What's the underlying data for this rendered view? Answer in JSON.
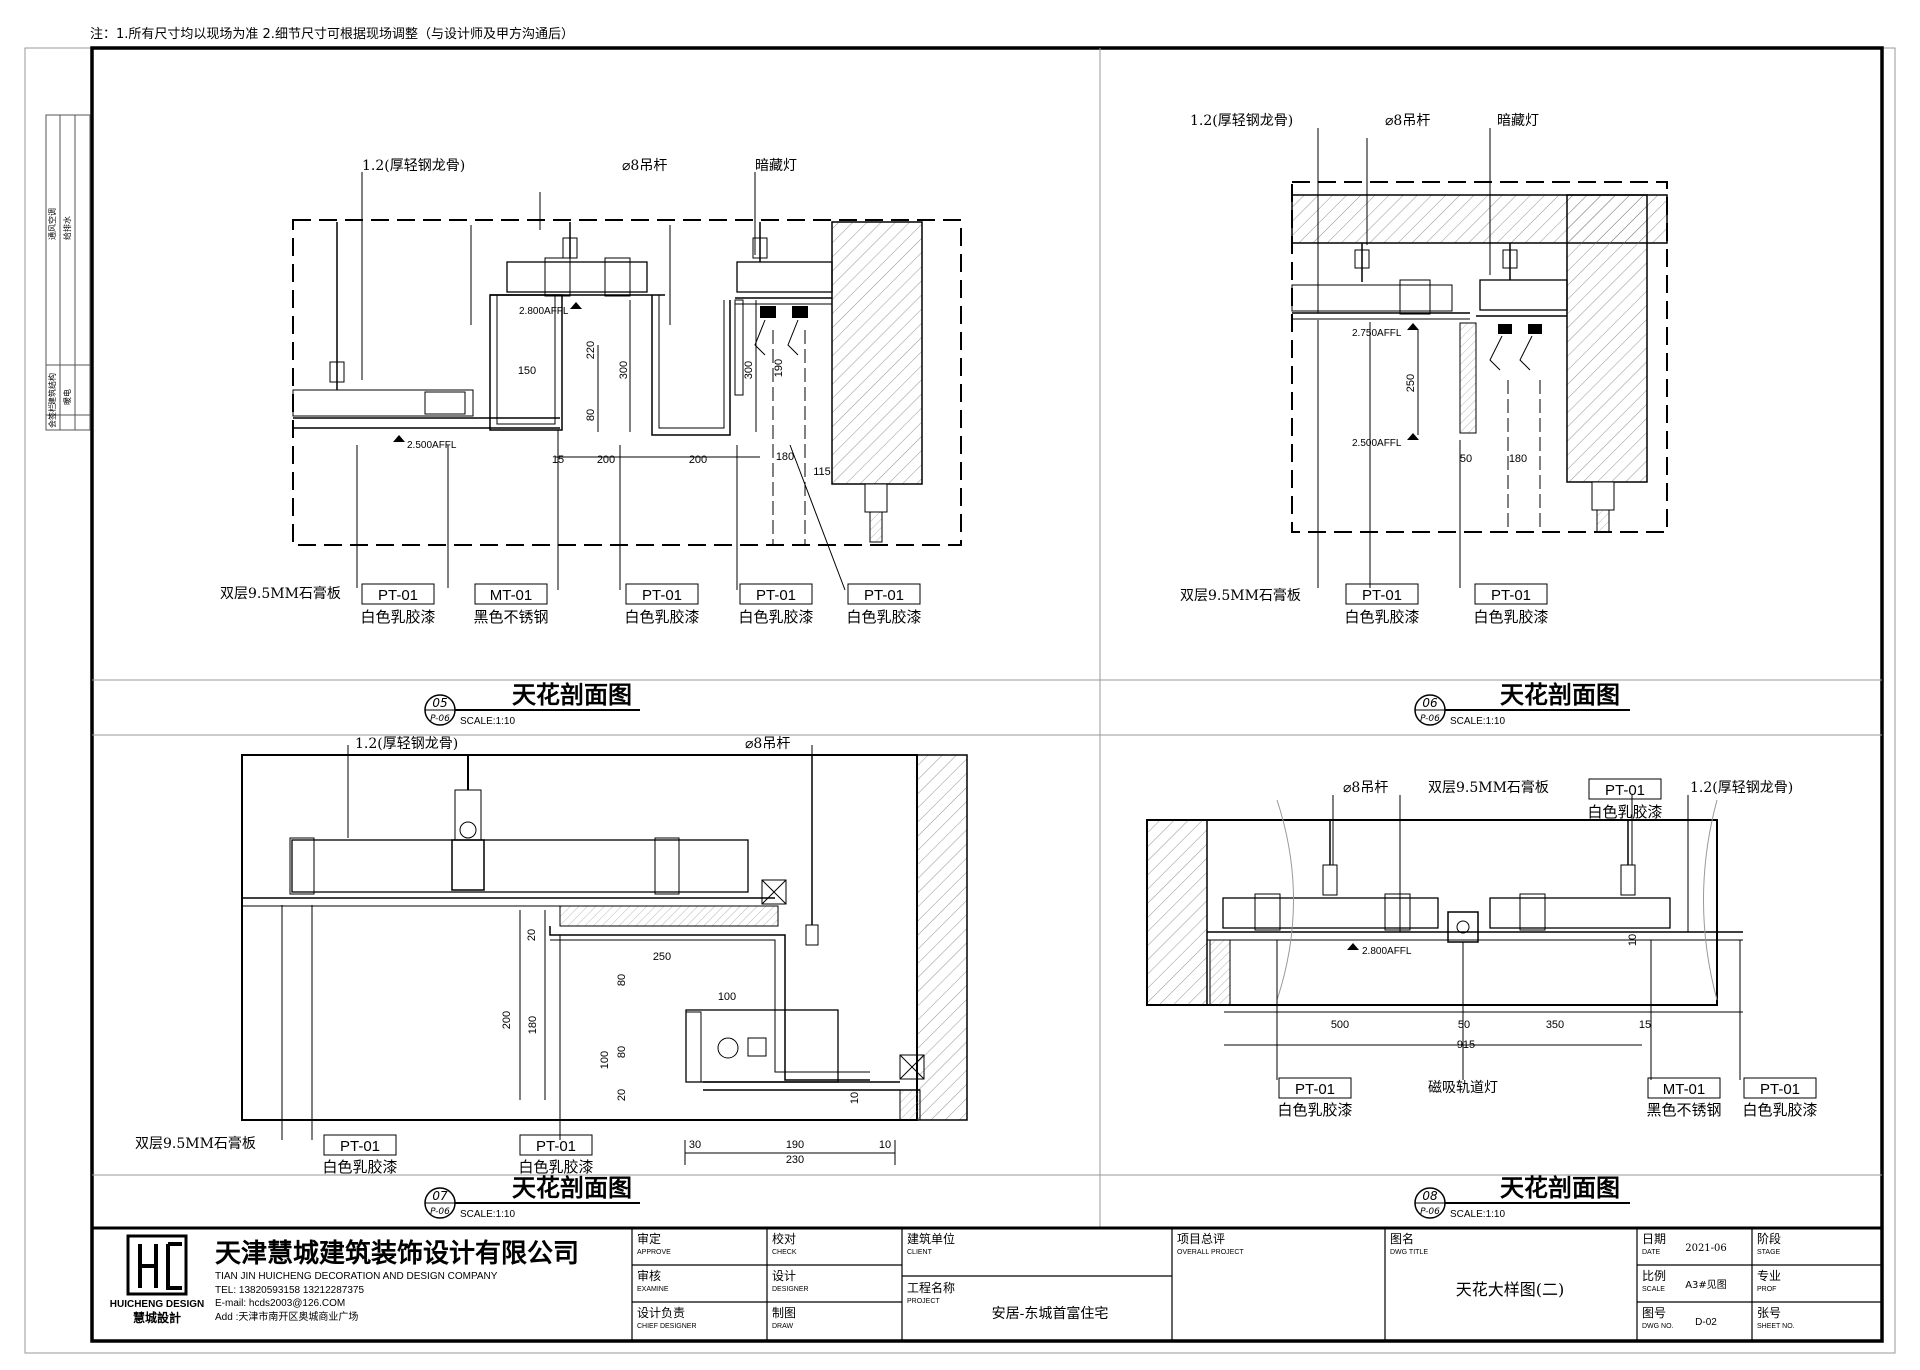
{
  "note": "注：1.所有尺寸均以现场为准 2.细节尺寸可根据现场调整（与设计师及甲方沟通后）",
  "side_strip": [
    "通风空调",
    "给排水",
    "建筑结构",
    "暖电",
    "会签栏"
  ],
  "common": {
    "ceiling_section_title": "天花剖面图",
    "scale": "SCALE:1:10",
    "sheet_ref": "P-06",
    "light_keel": "1.2(厚轻钢龙骨)",
    "hanger": "⌀8吊杆",
    "hidden_light": "暗藏灯",
    "gypsum": "双层9.5MM石膏板",
    "pt01": "PT-01",
    "mt01": "MT-01",
    "white_latex": "白色乳胶漆",
    "black_steel": "黑色不锈钢",
    "maglight": "磁吸轨道灯"
  },
  "d05": {
    "num": "05",
    "elev_a": "2.800AFFL",
    "elev_b": "2.500AFFL",
    "dims": [
      "150",
      "220",
      "80",
      "300",
      "300",
      "190",
      "15",
      "200",
      "200",
      "180",
      "115"
    ]
  },
  "d06": {
    "num": "06",
    "elev_a": "2.750AFFL",
    "elev_b": "2.500AFFL",
    "dims": [
      "250",
      "50",
      "180"
    ]
  },
  "d07": {
    "num": "07",
    "dims": [
      "20",
      "250",
      "80",
      "200",
      "180",
      "100",
      "100",
      "80",
      "20",
      "10",
      "30",
      "190",
      "10",
      "230"
    ]
  },
  "d08": {
    "num": "08",
    "elev_a": "2.800AFFL",
    "dims": [
      "10",
      "500",
      "50",
      "350",
      "15",
      "915"
    ]
  },
  "title_block": {
    "company_cn": "天津慧城建筑装饰设计有限公司",
    "company_en": "TIAN JIN HUICHENG DECORATION AND DESIGN COMPANY",
    "tel": "TEL: 13820593158  13212287375",
    "email": "E-mail: hcds2003@126.COM",
    "address": "Add :天津市南开区奥城商业广场",
    "logo_en": "HUICHENG DESIGN",
    "logo_cn": "慧城設計",
    "approve": "审定",
    "approve_en": "APPROVE",
    "check": "校对",
    "check_en": "CHECK",
    "examine": "审核",
    "examine_en": "EXAMINE",
    "designer": "设计",
    "designer_en": "DESIGNER",
    "chief": "设计负责",
    "chief_en": "CHIEF DESIGNER",
    "draw": "制图",
    "draw_en": "DRAW",
    "client": "建筑单位",
    "client_en": "CLIENT",
    "project": "工程名称",
    "project_en": "PROJECT",
    "project_value": "安居-东城首富住宅",
    "overall": "项目总评",
    "overall_en": "OVERALL PROJECT",
    "dwg_title": "图名",
    "dwg_title_en": "DWG TITLE",
    "dwg_title_value": "天花大样图(二)",
    "date": "日期",
    "date_en": "DATE",
    "date_value": "2021-06",
    "scale_lbl": "比例",
    "scale_en": "SCALE",
    "scale_value": "A3#见图",
    "dwg_no": "图号",
    "dwg_no_en": "DWG NO.",
    "dwg_no_value": "D-02",
    "stage": "阶段",
    "stage_en": "STAGE",
    "prof": "专业",
    "prof_en": "PROF",
    "sheet_no": "张号",
    "sheet_no_en": "SHEET NO."
  }
}
